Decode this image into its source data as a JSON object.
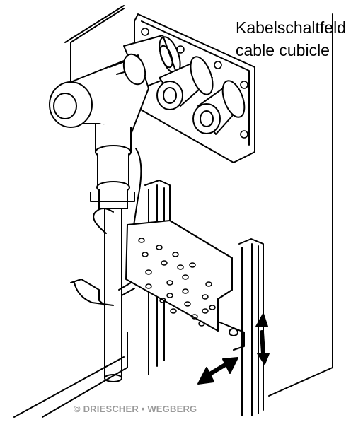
{
  "labels": {
    "german": "Kabelschaltfeld",
    "english": "cable cubicle"
  },
  "copyright": "© DRIESCHER • WEGBERG",
  "icons": {
    "bushing_holes": 6,
    "bracket_holes": 22
  },
  "colors": {
    "line": "#000000",
    "background": "#ffffff",
    "copyright": "#9a9a9a"
  }
}
